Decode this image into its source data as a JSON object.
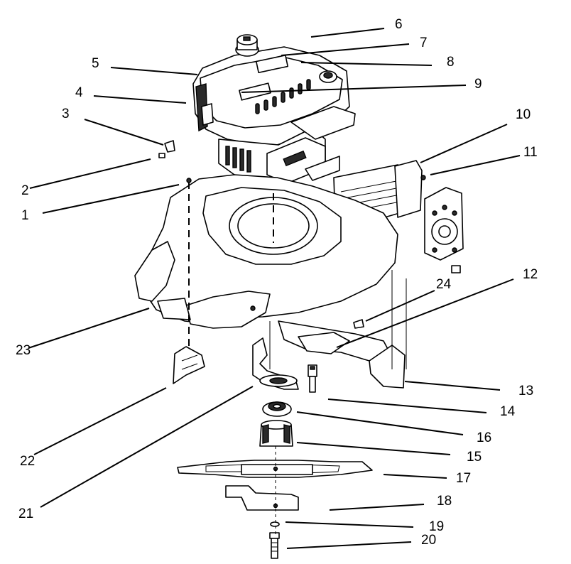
{
  "diagram": {
    "callouts": [
      {
        "id": "c6",
        "text": "6"
      },
      {
        "id": "c7",
        "text": "7"
      },
      {
        "id": "c8",
        "text": "8"
      },
      {
        "id": "c5",
        "text": "5"
      },
      {
        "id": "c9",
        "text": "9"
      },
      {
        "id": "c4",
        "text": "4"
      },
      {
        "id": "c3",
        "text": "3"
      },
      {
        "id": "c10",
        "text": "10"
      },
      {
        "id": "c11",
        "text": "11"
      },
      {
        "id": "c2",
        "text": "2"
      },
      {
        "id": "c1",
        "text": "1"
      },
      {
        "id": "c12",
        "text": "12"
      },
      {
        "id": "c24",
        "text": "24"
      },
      {
        "id": "c23",
        "text": "23"
      },
      {
        "id": "c13",
        "text": "13"
      },
      {
        "id": "c14",
        "text": "14"
      },
      {
        "id": "c16",
        "text": "16"
      },
      {
        "id": "c22",
        "text": "22"
      },
      {
        "id": "c15",
        "text": "15"
      },
      {
        "id": "c17",
        "text": "17"
      },
      {
        "id": "c21",
        "text": "21"
      },
      {
        "id": "c18",
        "text": "18"
      },
      {
        "id": "c19",
        "text": "19"
      },
      {
        "id": "c20",
        "text": "20"
      }
    ]
  }
}
